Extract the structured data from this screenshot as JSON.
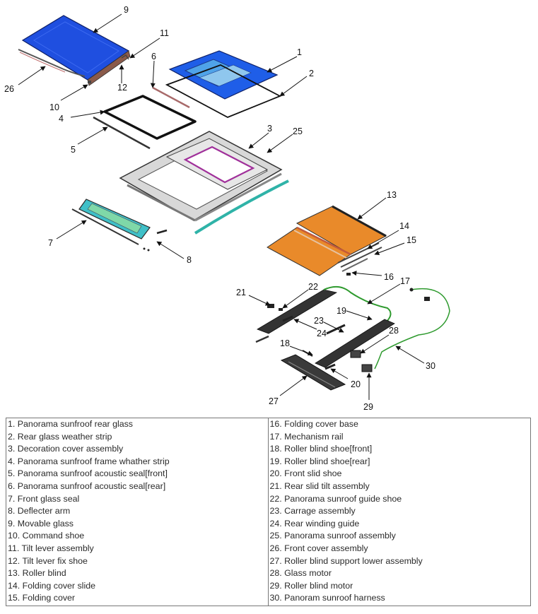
{
  "callouts": [
    "1",
    "2",
    "3",
    "4",
    "5",
    "6",
    "7",
    "8",
    "9",
    "10",
    "11",
    "12",
    "13",
    "14",
    "15",
    "16",
    "17",
    "18",
    "19",
    "20",
    "21",
    "22",
    "23",
    "24",
    "25",
    "26",
    "27",
    "28",
    "29",
    "30"
  ],
  "legend": {
    "left": [
      "1. Panorama sunfroof rear glass",
      "2. Rear glass weather strip",
      "3. Decoration cover assembly",
      "4. Panorama sunfroof frame whather strip",
      "5. Panorama sunfroof acoustic seal[front]",
      "6. Panorama sunfroof acoustic seal[rear]",
      "7. Front glass seal",
      "8. Deflecter arm",
      "9. Movable glass",
      "10. Command shoe",
      "11. Tilt lever assembly",
      "12. Tilt lever fix shoe",
      "13. Roller blind",
      "14. Folding cover slide",
      "15. Folding cover"
    ],
    "right": [
      "16. Folding cover base",
      "17. Mechanism rail",
      "18. Roller blind shoe[front]",
      "19. Roller blind shoe[rear]",
      "20. Front slid shoe",
      "21. Rear slid tilt assembly",
      "22. Panorama sunroof guide shoe",
      "23. Carrage assembly",
      "24. Rear winding guide",
      "25. Panorama sunroof assembly",
      "26. Front cover assembly",
      "27. Roller blind support lower assembly",
      "28. Glass motor",
      "29. Roller blind motor",
      "30. Panoram sunroof harness"
    ]
  },
  "colors": {
    "glass_blue": "#1f4fe0",
    "glass_light": "#4fa3e8",
    "roller_orange": "#e98a2a",
    "seal_teal": "#2fb3a8",
    "decoration_purple": "#a0309a",
    "harness_green": "#2e9a2e"
  }
}
